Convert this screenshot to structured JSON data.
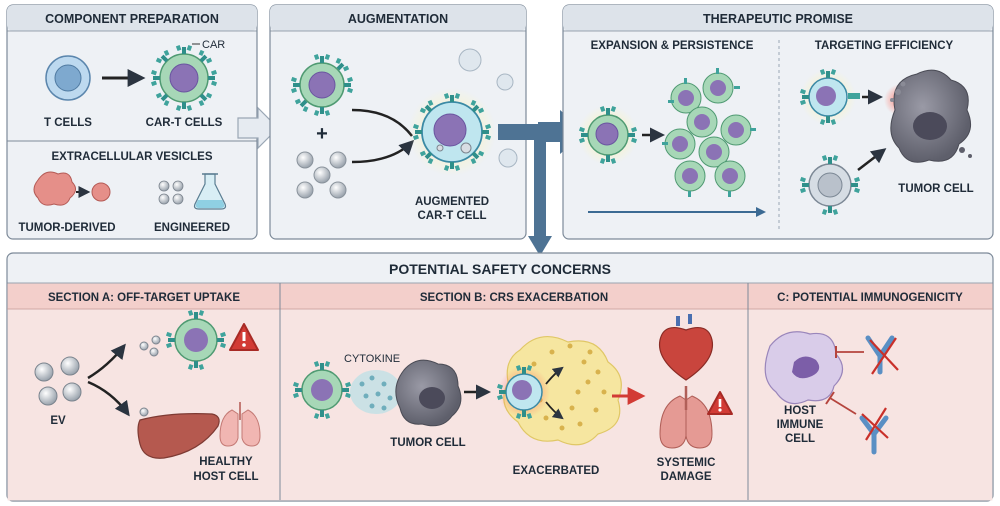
{
  "panels": {
    "component_preparation": {
      "title": "COMPONENT PREPARATION",
      "t_cells": "T CELLS",
      "car_t_cells": "CAR-T CELLS",
      "car_label": "CAR",
      "ev_title": "EXTRACELLULAR VESICLES",
      "tumor_derived": "TUMOR-DERIVED",
      "engineered": "ENGINEERED"
    },
    "augmentation": {
      "title": "AUGMENTATION",
      "plus": "+",
      "result_line1": "AUGMENTED",
      "result_line2": "CAR-T CELL"
    },
    "therapeutic_promise": {
      "title": "THERAPEUTIC PROMISE",
      "expansion": "EXPANSION & PERSISTENCE",
      "targeting": "TARGETING EFFICIENCY",
      "tumor_cell": "TUMOR CELL"
    },
    "safety": {
      "title": "POTENTIAL SAFETY CONCERNS",
      "section_a": {
        "title": "SECTION A: OFF-TARGET UPTAKE",
        "ev": "EV",
        "healthy_line1": "HEALTHY",
        "healthy_line2": "HOST CELL"
      },
      "section_b": {
        "title": "SECTION B: CRS EXACERBATION",
        "cytokine": "CYTOKINE",
        "tumor_cell": "TUMOR CELL",
        "exacerbated": "EXACERBATED",
        "systemic_line1": "SYSTEMIC",
        "systemic_line2": "DAMAGE"
      },
      "section_c": {
        "title": "C: POTENTIAL IMMUNOGENICITY",
        "host_line1": "HOST",
        "host_line2": "IMMUNE",
        "host_line3": "CELL"
      }
    }
  },
  "colors": {
    "panel_fill": "#eef1f5",
    "panel_border": "#7d8a99",
    "header_fill": "#dde3ea",
    "safety_fill": "#f7e4e2",
    "safety_header": "#f3cfcb",
    "arrow_blue": "#4e7394",
    "cart_green": "#a7d7b7",
    "nucleus_purple": "#8b73b5",
    "warning_red": "#d23b35"
  }
}
